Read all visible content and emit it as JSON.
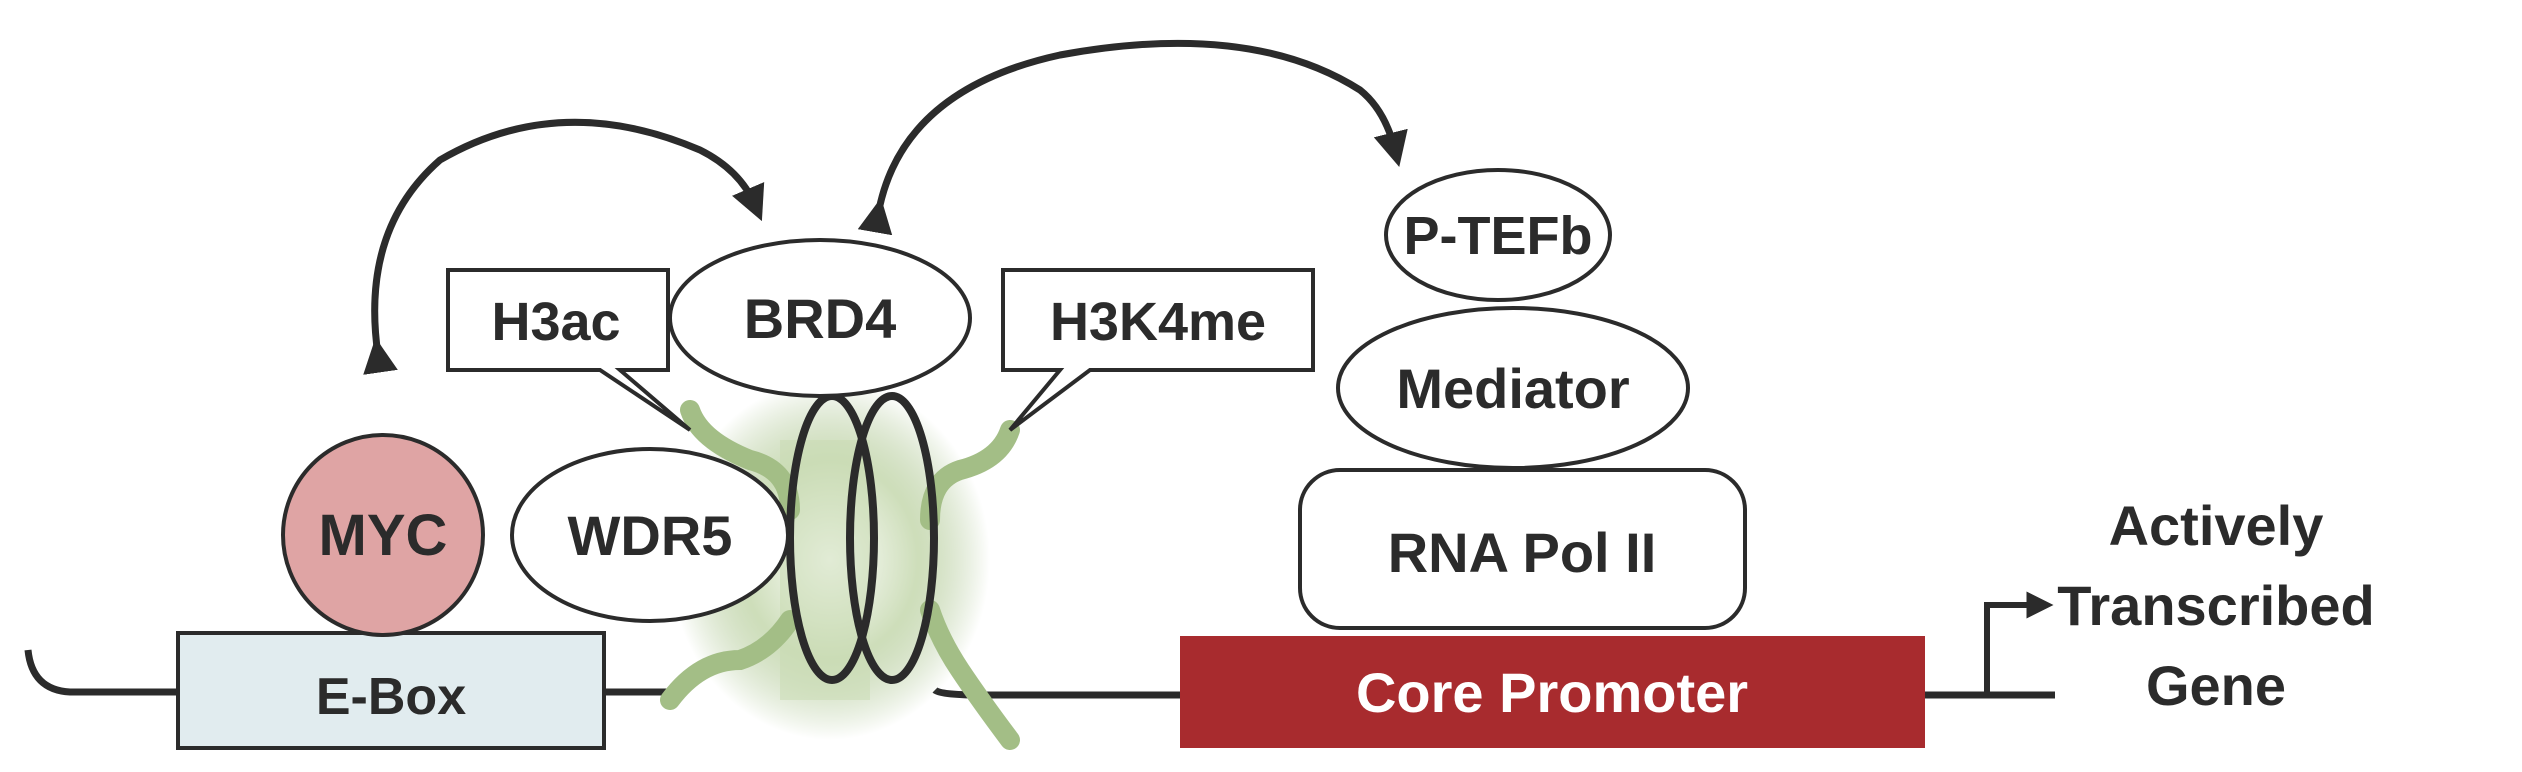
{
  "labels": {
    "myc": "MYC",
    "wdr5": "WDR5",
    "ebox": "E-Box",
    "h3ac": "H3ac",
    "brd4": "BRD4",
    "h3k4me": "H3K4me",
    "ptefb": "P-TEFb",
    "mediator": "Mediator",
    "rna_pol": "RNA Pol II",
    "core_promoter": "Core Promoter",
    "gene_line1": "Actively",
    "gene_line2": "Transcribed",
    "gene_line3": "Gene"
  },
  "colors": {
    "myc_fill": "#dfa4a4",
    "core_promoter_fill": "#a82b2e",
    "ebox_fill": "#e1ecef",
    "histone_tail": "#a3be86",
    "nucleosome_glow": "#bcd3a4",
    "stroke": "#2b2b2b"
  }
}
